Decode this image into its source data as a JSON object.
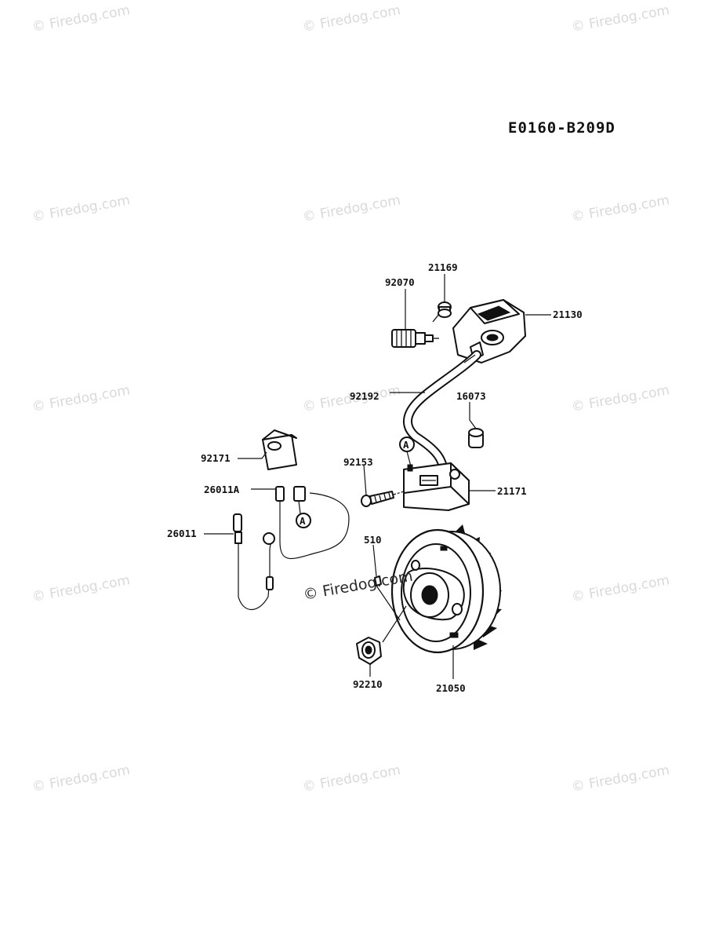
{
  "diagram_code": "E0160-B209D",
  "watermark_text": "© Firedog.com",
  "center_watermark_text": "© Firedog.com",
  "callout_marker": "A",
  "parts": [
    {
      "id": "p-92070",
      "label": "92070",
      "name": "spark plug"
    },
    {
      "id": "p-21169",
      "label": "21169",
      "name": "cap nut"
    },
    {
      "id": "p-21130",
      "label": "21130",
      "name": "plug cap"
    },
    {
      "id": "p-92192",
      "label": "92192",
      "name": "high tension cord"
    },
    {
      "id": "p-16073",
      "label": "16073",
      "name": "spacer"
    },
    {
      "id": "p-92171",
      "label": "92171",
      "name": "clamp"
    },
    {
      "id": "p-92153",
      "label": "92153",
      "name": "bolt"
    },
    {
      "id": "p-21171",
      "label": "21171",
      "name": "ignition coil"
    },
    {
      "id": "p-26011A",
      "label": "26011A",
      "name": "lead wire"
    },
    {
      "id": "p-26011",
      "label": "26011",
      "name": "lead wire"
    },
    {
      "id": "p-510",
      "label": "510",
      "name": "key"
    },
    {
      "id": "p-92210",
      "label": "92210",
      "name": "nut"
    },
    {
      "id": "p-21050",
      "label": "21050",
      "name": "flywheel"
    }
  ]
}
